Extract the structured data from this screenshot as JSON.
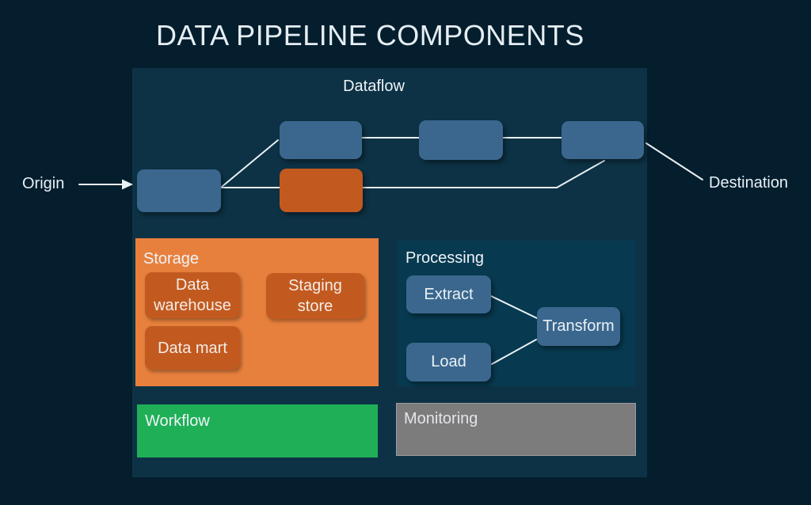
{
  "title": "DATA PIPELINE COMPONENTS",
  "dataflow": {
    "label": "Dataflow",
    "origin_label": "Origin",
    "destination_label": "Destination",
    "nodes": [
      {
        "id": "source",
        "color": "blue"
      },
      {
        "id": "upper-1",
        "color": "blue"
      },
      {
        "id": "upper-2",
        "color": "blue"
      },
      {
        "id": "upper-3",
        "color": "blue"
      },
      {
        "id": "lower-orange",
        "color": "orange"
      }
    ]
  },
  "storage": {
    "label": "Storage",
    "items": [
      {
        "label": "Data warehouse"
      },
      {
        "label": "Staging store"
      },
      {
        "label": "Data mart"
      }
    ]
  },
  "processing": {
    "label": "Processing",
    "items": [
      {
        "label": "Extract"
      },
      {
        "label": "Transform"
      },
      {
        "label": "Load"
      }
    ]
  },
  "workflow": {
    "label": "Workflow"
  },
  "monitoring": {
    "label": "Monitoring"
  },
  "colors": {
    "background": "#041e2e",
    "dataflow_panel": "#0d3245",
    "processing_panel": "#073a50",
    "node_blue": "#3b678e",
    "node_orange": "#c25a20",
    "storage_panel_orange": "#e8803d",
    "workflow_green": "#1fb057",
    "monitoring_gray": "#7c7c7c",
    "connector": "#e9f1f5"
  }
}
